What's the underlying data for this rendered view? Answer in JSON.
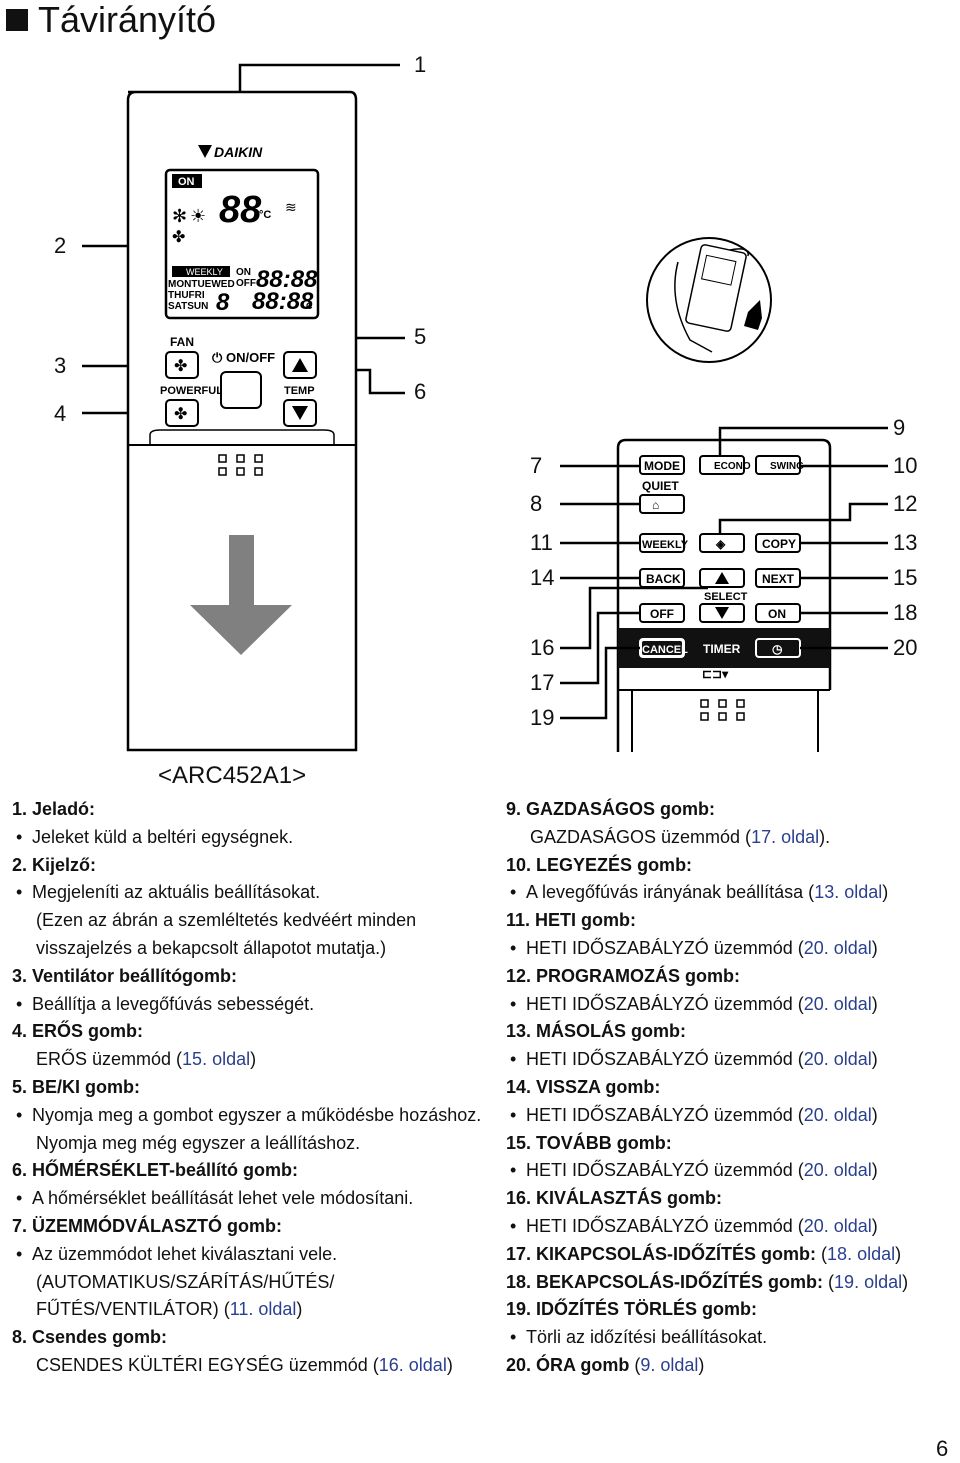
{
  "title": "Távirányító",
  "model": "<ARC452A1>",
  "page_number": "6",
  "callouts_left": [
    "1",
    "2",
    "3",
    "4",
    "5",
    "6"
  ],
  "callouts_right_left": [
    "7",
    "8",
    "11",
    "14",
    "16",
    "17",
    "19"
  ],
  "callouts_right_right": [
    "9",
    "10",
    "12",
    "13",
    "15",
    "18",
    "20"
  ],
  "remote": {
    "brand": "DAIKIN",
    "lcd": {
      "on": "ON",
      "digits": "88",
      "unit": "°C",
      "weekly": "WEEKLY",
      "days1": "MONTUEWED",
      "days2": "THUFRI",
      "days3": "SATSUN",
      "day_digit": "8",
      "on_label": "ON",
      "off_label": "OFF",
      "time1": "88:88",
      "time2": "88:88",
      "small_c": "C"
    },
    "fan": "FAN",
    "powerful": "POWERFUL",
    "onoff": "ON/OFF",
    "temp": "TEMP"
  },
  "panel": {
    "mode": "MODE",
    "econo": "ECONO",
    "swing": "SWING",
    "quiet": "QUIET",
    "weekly": "WEEKLY",
    "copy": "COPY",
    "back": "BACK",
    "select": "SELECT",
    "next": "NEXT",
    "off": "OFF",
    "on": "ON",
    "cancel": "CANCEL",
    "timer": "TIMER"
  },
  "left_items": [
    {
      "num": "1.",
      "head": "Jeladó:",
      "lines": [
        {
          "kind": "b",
          "text": "Jeleket küld a beltéri egységnek."
        }
      ]
    },
    {
      "num": "2.",
      "head": "Kijelző:",
      "lines": [
        {
          "kind": "b",
          "text": "Megjeleníti az aktuális beállításokat."
        },
        {
          "kind": "p",
          "text": "(Ezen az ábrán a szemléltetés kedvéért minden"
        },
        {
          "kind": "p",
          "text": "visszajelzés a bekapcsolt állapotot mutatja.)"
        }
      ]
    },
    {
      "num": "3.",
      "head": "Ventilátor beállítógomb:",
      "lines": [
        {
          "kind": "b",
          "text": "Beállítja a levegőfúvás sebességét."
        }
      ]
    },
    {
      "num": "4.",
      "head": "ERŐS gomb:",
      "lines": [
        {
          "kind": "r",
          "text": "ERŐS üzemmód (",
          "link": "15. oldal",
          "tail": ")"
        }
      ]
    },
    {
      "num": "5.",
      "head": "BE/KI gomb:",
      "lines": [
        {
          "kind": "b",
          "text": "Nyomja meg a gombot egyszer a működésbe hozáshoz."
        },
        {
          "kind": "p",
          "text": "Nyomja meg még egyszer a leállításhoz."
        }
      ]
    },
    {
      "num": "6.",
      "head": "HŐMÉRSÉKLET-beállító gomb:",
      "lines": [
        {
          "kind": "b",
          "text": "A hőmérséklet beállítását lehet vele módosítani."
        }
      ]
    },
    {
      "num": "7.",
      "head": "ÜZEMMÓDVÁLASZTÓ gomb:",
      "lines": [
        {
          "kind": "b",
          "text": "Az üzemmódot lehet kiválasztani vele."
        },
        {
          "kind": "p",
          "text": "(AUTOMATIKUS/SZÁRÍTÁS/HŰTÉS/"
        },
        {
          "kind": "pr",
          "text": "FŰTÉS/VENTILÁTOR) (",
          "link": "11. oldal",
          "tail": ")"
        }
      ]
    },
    {
      "num": "8.",
      "head": "Csendes gomb:",
      "lines": [
        {
          "kind": "r",
          "text": "CSENDES KÜLTÉRI EGYSÉG üzemmód (",
          "link": "16. oldal",
          "tail": ")"
        }
      ]
    }
  ],
  "right_items": [
    {
      "num": "9.",
      "head": "GAZDASÁGOS gomb:",
      "lines": [
        {
          "kind": "r",
          "text": "GAZDASÁGOS üzemmód (",
          "link": "17. oldal",
          "tail": ")."
        }
      ]
    },
    {
      "num": "10.",
      "head": "LEGYEZÉS gomb:",
      "lines": [
        {
          "kind": "br",
          "text": "A levegőfúvás irányának beállítása (",
          "link": "13. oldal",
          "tail": ")"
        }
      ]
    },
    {
      "num": "11.",
      "head": "HETI gomb:",
      "lines": [
        {
          "kind": "br",
          "text": "HETI IDŐSZABÁLYZÓ üzemmód (",
          "link": "20. oldal",
          "tail": ")"
        }
      ]
    },
    {
      "num": "12.",
      "head": "PROGRAMOZÁS gomb:",
      "lines": [
        {
          "kind": "br",
          "text": "HETI IDŐSZABÁLYZÓ üzemmód (",
          "link": "20. oldal",
          "tail": ")"
        }
      ]
    },
    {
      "num": "13.",
      "head": "MÁSOLÁS gomb:",
      "lines": [
        {
          "kind": "br",
          "text": "HETI IDŐSZABÁLYZÓ üzemmód (",
          "link": "20. oldal",
          "tail": ")"
        }
      ]
    },
    {
      "num": "14.",
      "head": "VISSZA gomb:",
      "lines": [
        {
          "kind": "br",
          "text": "HETI IDŐSZABÁLYZÓ üzemmód (",
          "link": "20. oldal",
          "tail": ")"
        }
      ]
    },
    {
      "num": "15.",
      "head": "TOVÁBB gomb:",
      "lines": [
        {
          "kind": "br",
          "text": "HETI IDŐSZABÁLYZÓ üzemmód (",
          "link": "20. oldal",
          "tail": ")"
        }
      ]
    },
    {
      "num": "16.",
      "head": "KIVÁLASZTÁS gomb:",
      "lines": [
        {
          "kind": "br",
          "text": "HETI IDŐSZABÁLYZÓ üzemmód (",
          "link": "20. oldal",
          "tail": ")"
        }
      ]
    },
    {
      "num": "17.",
      "head": "KIKAPCSOLÁS-IDŐZÍTÉS gomb:",
      "headlink": "18. oldal",
      "lines": []
    },
    {
      "num": "18.",
      "head": "BEKAPCSOLÁS-IDŐZÍTÉS gomb:",
      "headlink": "19. oldal",
      "lines": []
    },
    {
      "num": "19.",
      "head": "IDŐZÍTÉS TÖRLÉS gomb:",
      "lines": [
        {
          "kind": "b",
          "text": "Törli az időzítési beállításokat."
        }
      ]
    },
    {
      "num": "20.",
      "head": "ÓRA gomb",
      "headlink": "9. oldal",
      "plainhead": true,
      "lines": []
    }
  ]
}
